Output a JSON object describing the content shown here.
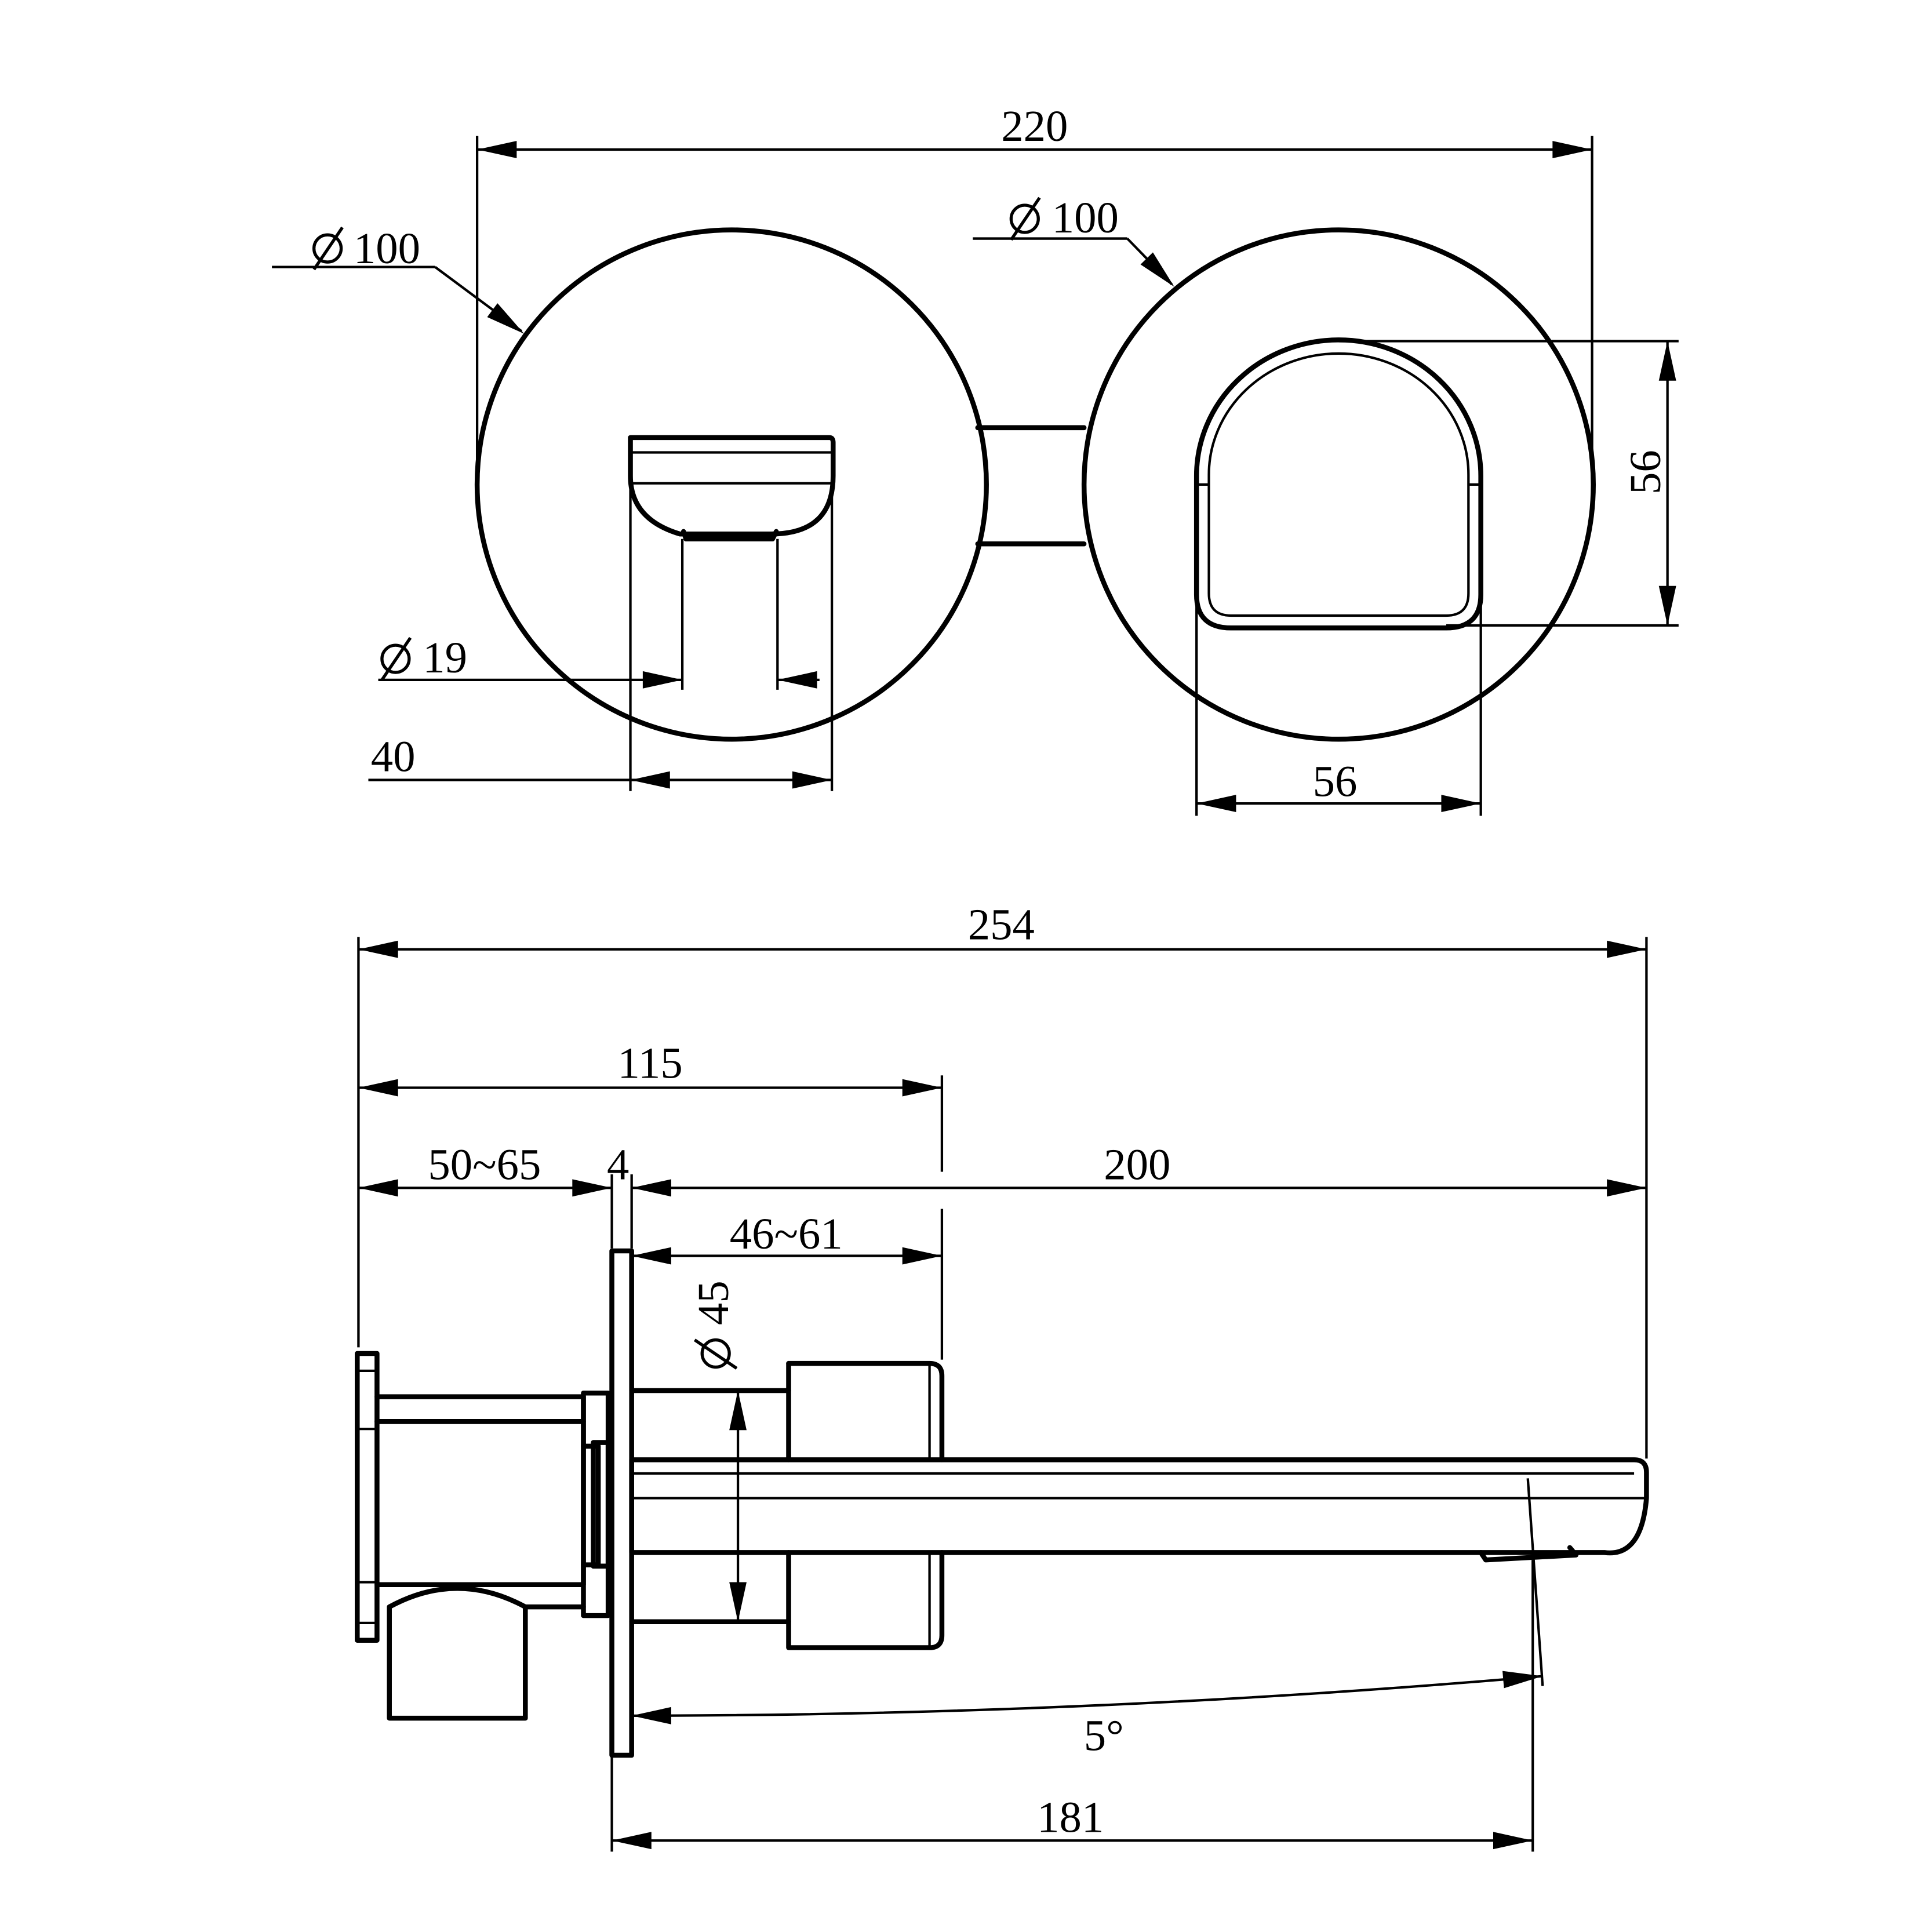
{
  "dimensions": {
    "overall_width_top": "220",
    "left_plate_diameter": "100",
    "right_plate_diameter": "100",
    "spout_outlet_diameter": "19",
    "spout_width": "40",
    "handle_height": "56",
    "handle_width": "56",
    "overall_length": "254",
    "wall_to_handle": "115",
    "body_depth_range": "50~65",
    "plate_thickness": "4",
    "spout_reach": "200",
    "handle_offset_range": "46~61",
    "handle_diameter": "45",
    "spout_angle": "5°",
    "outlet_projection": "181"
  },
  "colors": {
    "line": "#000000",
    "background": "#ffffff"
  }
}
